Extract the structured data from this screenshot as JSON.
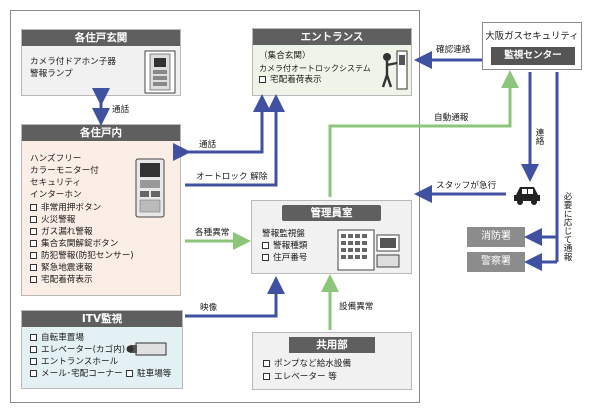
{
  "boxes": {
    "genkan": {
      "title": "各住戸玄関",
      "lines": [
        "カメラ付ドアホン子器",
        "警報ランプ"
      ]
    },
    "entrance": {
      "title": "エントランス",
      "lines": [
        "（集合玄関）",
        "カメラ付オートロックシステム"
      ],
      "checks": [
        "宅配着荷表示"
      ]
    },
    "unit": {
      "title": "各住戸内",
      "lines": [
        "ハンズフリー",
        "カラーモニター付",
        "セキュリティ",
        "インターホン"
      ],
      "checks": [
        "非常用押ボタン",
        "火災警報",
        "ガス漏れ警報",
        "集合玄関解錠ボタン",
        "防犯警報(防犯センサー)",
        "緊急地震速報",
        "宅配着荷表示"
      ]
    },
    "kanri": {
      "title": "管理員室",
      "lines": [
        "警報監視盤"
      ],
      "checks": [
        "警報種類",
        "住戸番号"
      ]
    },
    "itv": {
      "title": "ITV監視",
      "checks": [
        "自転車置場",
        "エレベーター(カゴ内)",
        "エントランスホール",
        "メール･宅配コーナー"
      ],
      "extra_check": "駐車場等"
    },
    "kyoyo": {
      "title": "共用部",
      "checks": [
        "ポンプなど給水設備",
        "エレベーター 等"
      ]
    },
    "security": {
      "title": "大阪ガスセキュリティ",
      "subtitle": "監視センター"
    }
  },
  "outside": {
    "fire": "消防署",
    "police": "警察署"
  },
  "arrow_labels": {
    "tsuwa1": "通話",
    "tsuwa2": "通話",
    "autolock": "オートロック 解除",
    "kakushu": "各種異常",
    "eizo": "映像",
    "setsubi": "設備異常",
    "jido": "自動通報",
    "kakunin": "確認連絡",
    "staff": "スタッフが急行",
    "renraku": "連絡",
    "hitsuyo": "必要に応じて通報"
  },
  "colors": {
    "blue": "#3f51a0",
    "green": "#8dc57a",
    "header": "#5f5f5f"
  }
}
